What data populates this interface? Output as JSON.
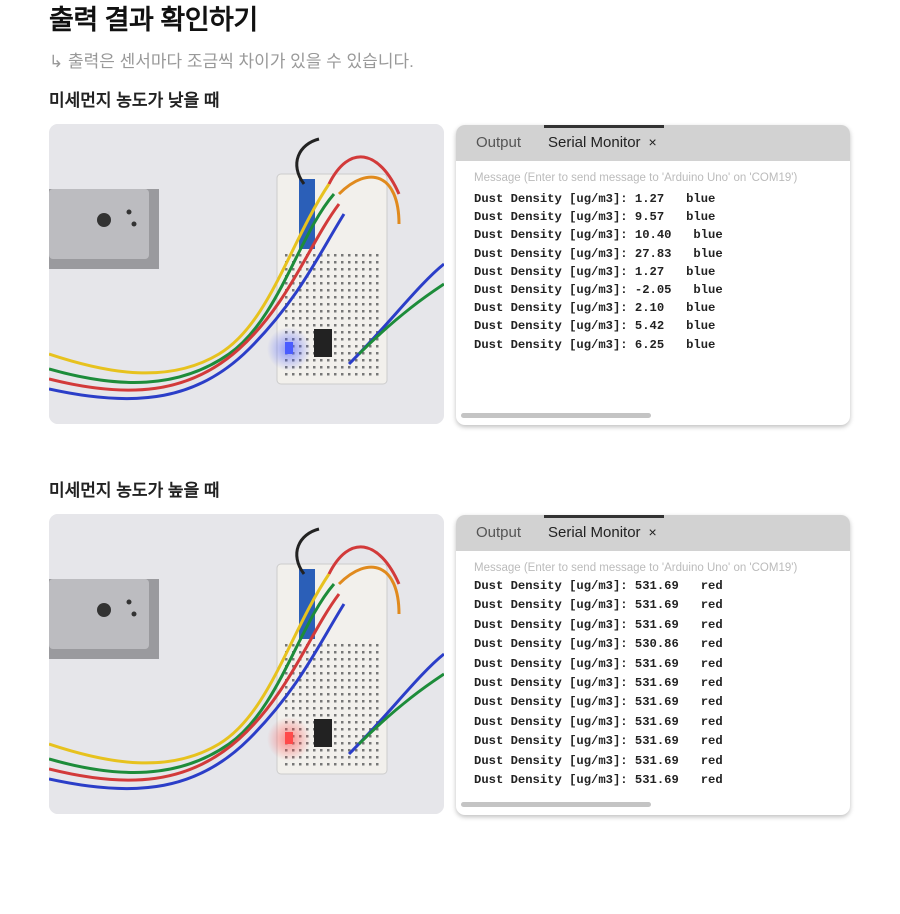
{
  "title": "출력 결과 확인하기",
  "subtitle": "↳ 출력은 센서마다 조금씩 차이가 있을 수 있습니다.",
  "sections": [
    {
      "heading": "미세먼지 농도가 낮을 때",
      "led_color": "#4a5cff",
      "monitor": {
        "tab_output": "Output",
        "tab_serial": "Serial Monitor",
        "close": "×",
        "placeholder": "Message (Enter to send message to 'Arduino Uno' on 'COM19')",
        "lines": [
          "Dust Density [ug/m3]: 1.27   blue",
          "Dust Density [ug/m3]: 9.57   blue",
          "Dust Density [ug/m3]: 10.40   blue",
          "Dust Density [ug/m3]: 27.83   blue",
          "Dust Density [ug/m3]: 1.27   blue",
          "Dust Density [ug/m3]: -2.05   blue",
          "Dust Density [ug/m3]: 2.10   blue",
          "Dust Density [ug/m3]: 5.42   blue",
          "Dust Density [ug/m3]: 6.25   blue"
        ]
      }
    },
    {
      "heading": "미세먼지 농도가 높을 때",
      "led_color": "#ff4a4a",
      "monitor": {
        "tab_output": "Output",
        "tab_serial": "Serial Monitor",
        "close": "×",
        "placeholder": "Message (Enter to send message to 'Arduino Uno' on 'COM19')",
        "lines": [
          "Dust Density [ug/m3]: 531.69   red",
          "Dust Density [ug/m3]: 531.69   red",
          "Dust Density [ug/m3]: 531.69   red",
          "Dust Density [ug/m3]: 530.86   red",
          "Dust Density [ug/m3]: 531.69   red",
          "Dust Density [ug/m3]: 531.69   red",
          "Dust Density [ug/m3]: 531.69   red",
          "Dust Density [ug/m3]: 531.69   red",
          "Dust Density [ug/m3]: 531.69   red",
          "Dust Density [ug/m3]: 531.69   red",
          "Dust Density [ug/m3]: 531.69   red"
        ]
      }
    }
  ]
}
